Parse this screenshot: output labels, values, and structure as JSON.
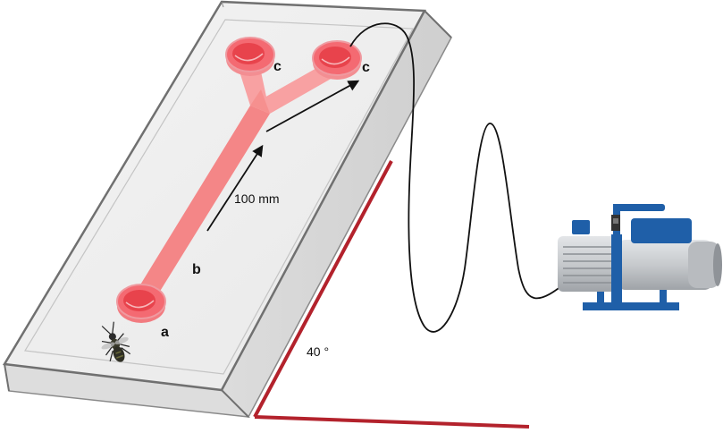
{
  "labels": {
    "inlet_well": "a",
    "channel": "b",
    "outlet_left": "c",
    "outlet_right": "c",
    "distance": "100 mm",
    "angle": "40 °"
  },
  "colors": {
    "channel": "#f47d7e",
    "channel_light": "#f9b2b3",
    "well": "#f0535b",
    "well_inner": "#e94049",
    "tray_edge": "#707070",
    "incline_line": "#b3222c",
    "tube": "#111111",
    "pump_blue": "#1f5fa8",
    "pump_gray": "#c9cbce",
    "pump_dark_gray": "#9b9ea3"
  },
  "icons": [
    "insect-icon",
    "vacuum-pump-icon"
  ]
}
